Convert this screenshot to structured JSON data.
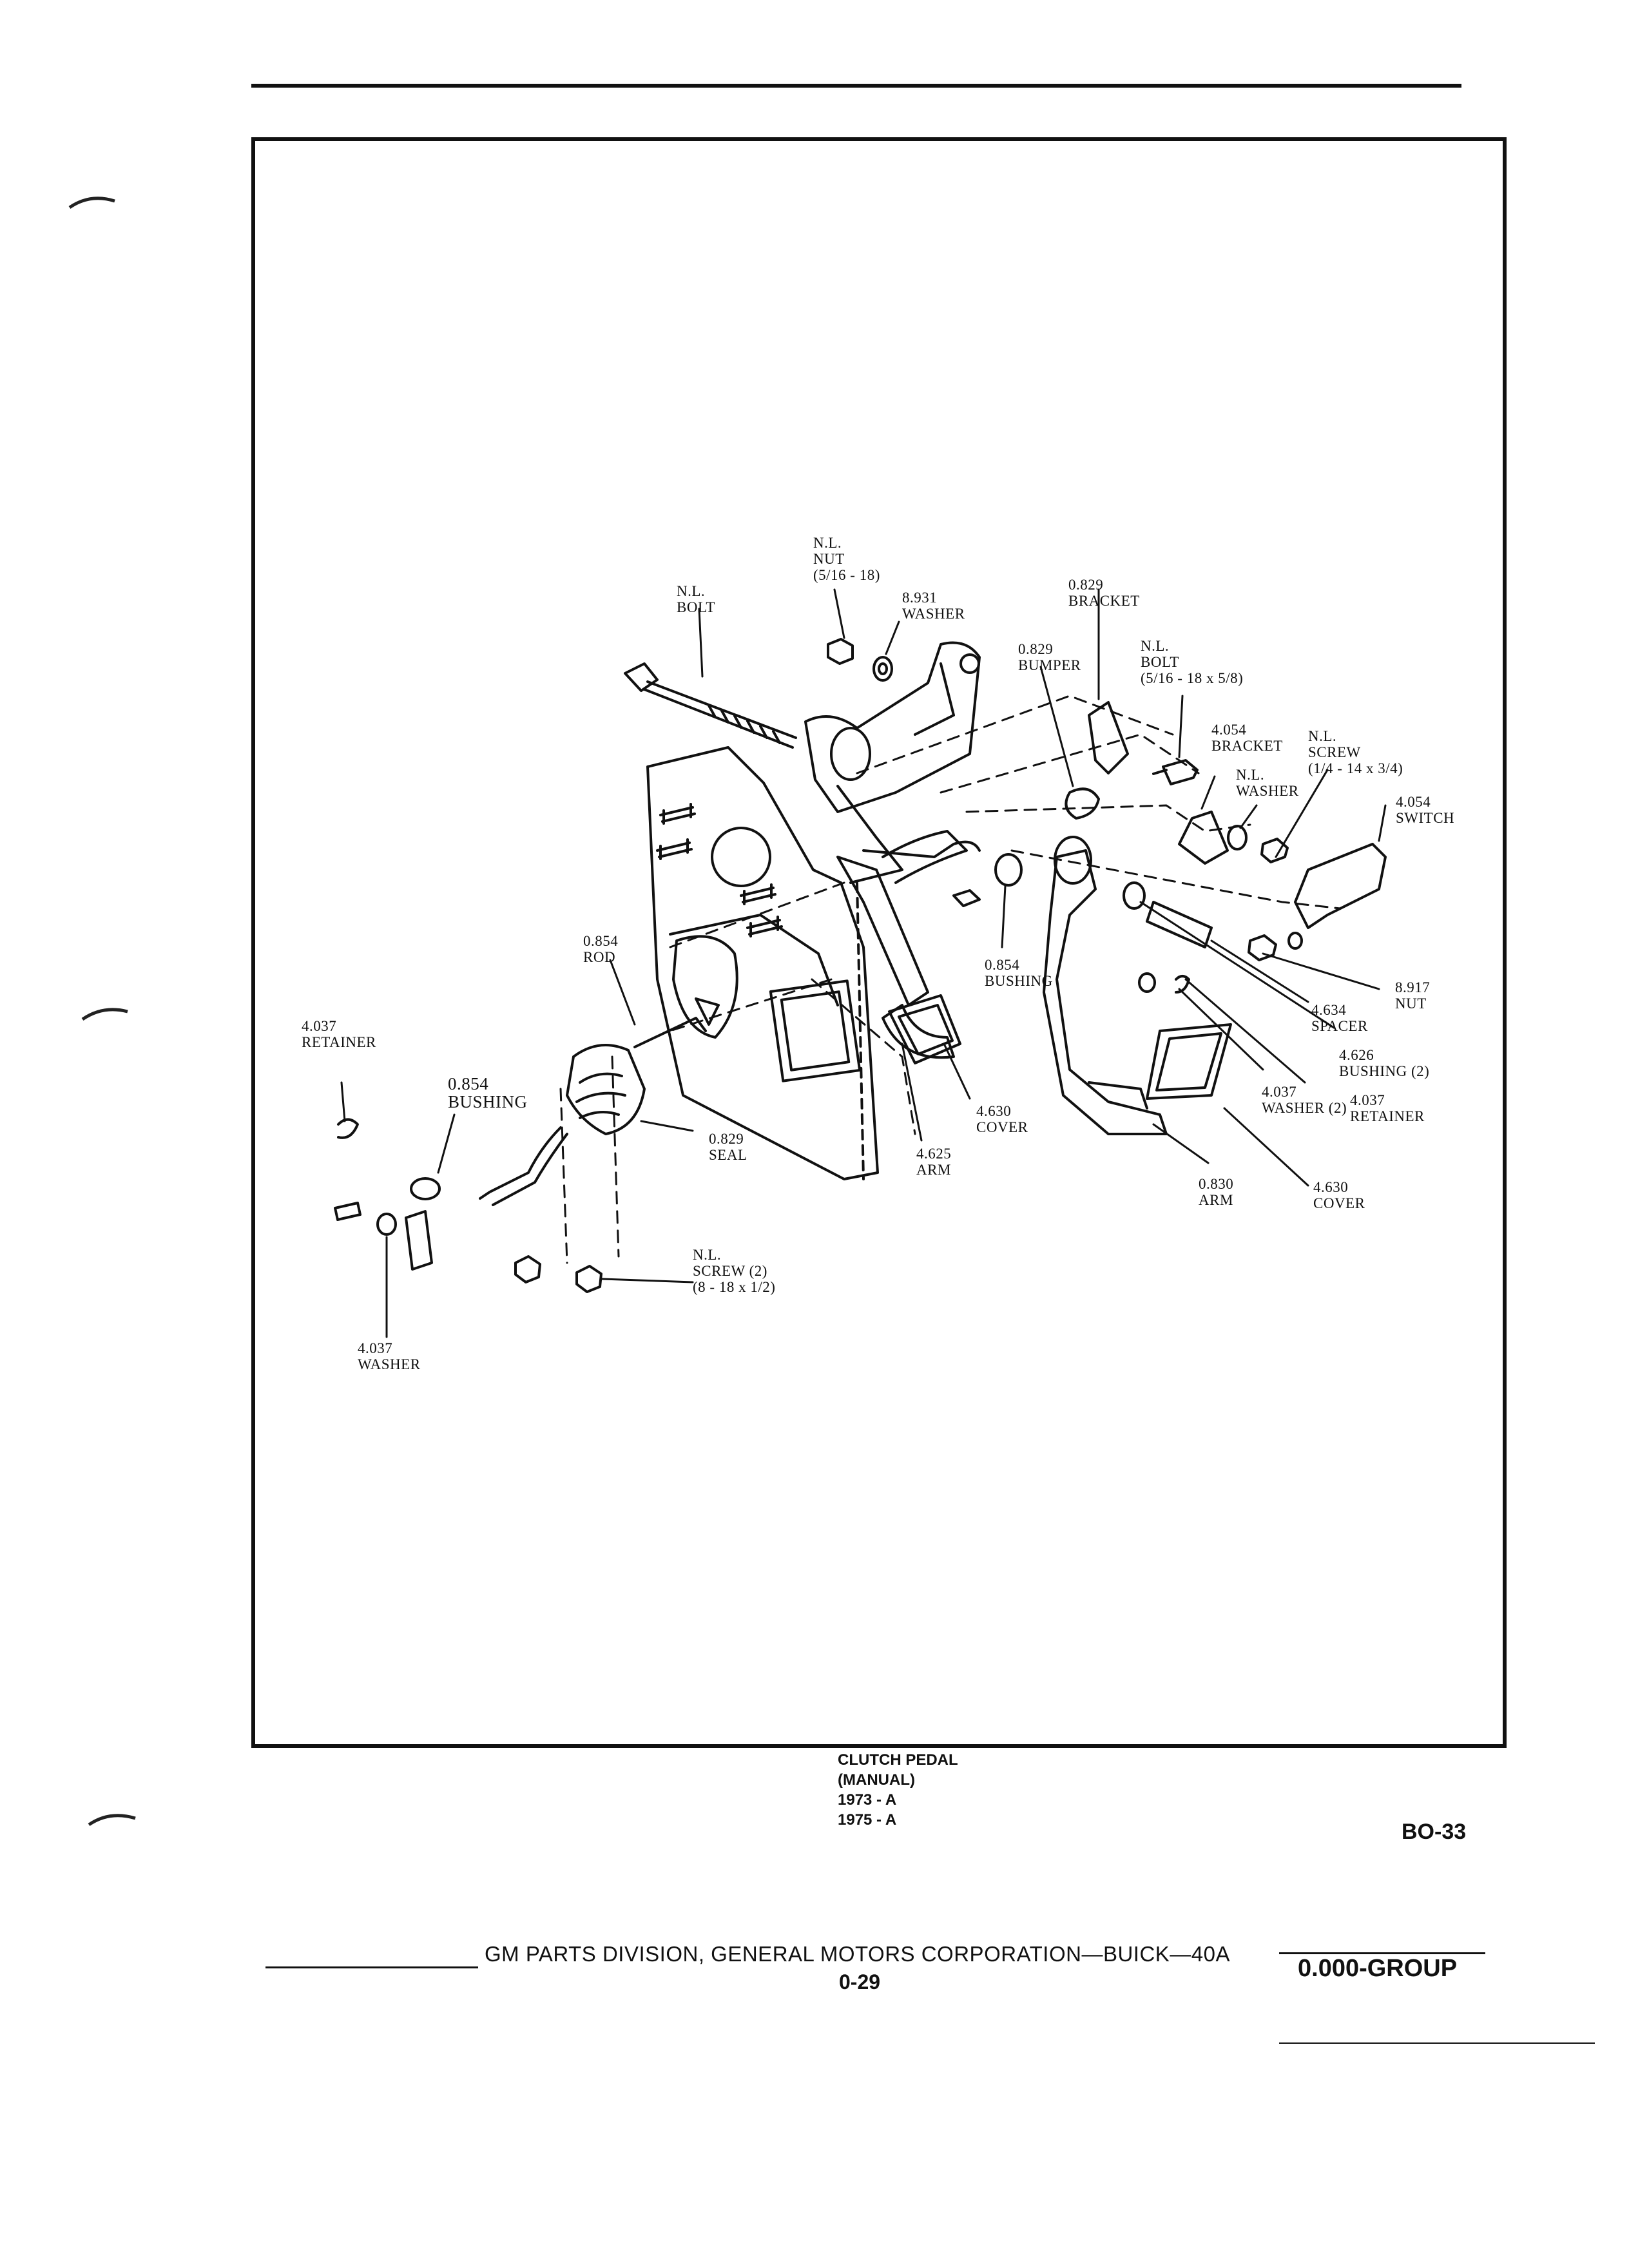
{
  "labels": {
    "nl_nut": [
      "N.L.",
      "NUT",
      "(5/16 - 18)"
    ],
    "nl_bolt_top": [
      "N.L.",
      "BOLT"
    ],
    "washer_8931": [
      "8.931",
      "WASHER"
    ],
    "bracket_0829": [
      "0.829",
      "BRACKET"
    ],
    "bumper_0829": [
      "0.829",
      "BUMPER"
    ],
    "nl_bolt_right": [
      "N.L.",
      "BOLT",
      "(5/16 - 18 x 5/8)"
    ],
    "bracket_4054": [
      "4.054",
      "BRACKET"
    ],
    "nl_screw_right": [
      "N.L.",
      "SCREW",
      "(1/4 - 14 x 3/4)"
    ],
    "nl_washer": [
      "N.L.",
      "WASHER"
    ],
    "switch_4054": [
      "4.054",
      "SWITCH"
    ],
    "rod_0854": [
      "0.854",
      "ROD"
    ],
    "bushing_0854_mid": [
      "0.854",
      "BUSHING"
    ],
    "nut_8917": [
      "8.917",
      "NUT"
    ],
    "spacer_4634": [
      "4.634",
      "SPACER"
    ],
    "bushing_4626": [
      "4.626",
      "BUSHING (2)"
    ],
    "retainer_4037_left": [
      "4.037",
      "RETAINER"
    ],
    "bushing_0854_left": [
      "0.854",
      "BUSHING"
    ],
    "seal_0829": [
      "0.829",
      "SEAL"
    ],
    "cover_4630_mid": [
      "4.630",
      "COVER"
    ],
    "arm_4625": [
      "4.625",
      "ARM"
    ],
    "washer_4037_right": [
      "4.037",
      "WASHER (2)"
    ],
    "retainer_4037_right": [
      "4.037",
      "RETAINER"
    ],
    "arm_0830": [
      "0.830",
      "ARM"
    ],
    "cover_4630_right": [
      "4.630",
      "COVER"
    ],
    "nl_screw_bottom": [
      "N.L.",
      "SCREW (2)",
      "(8 - 18 x 1/2)"
    ],
    "washer_4037_left": [
      "4.037",
      "WASHER"
    ]
  },
  "caption": [
    "CLUTCH PEDAL",
    "(MANUAL)",
    "1973 - A",
    "1975 - A"
  ],
  "page_code": "BO-33",
  "footer": "GM PARTS DIVISION, GENERAL MOTORS CORPORATION—BUICK—40A",
  "page_number": "0-29",
  "group": "0.000-GROUP"
}
